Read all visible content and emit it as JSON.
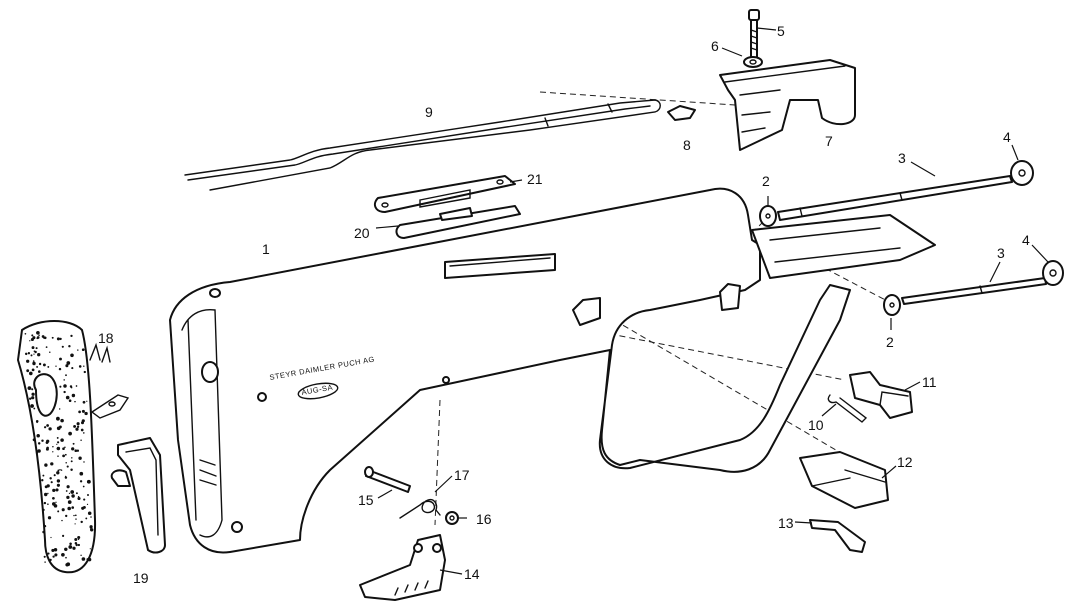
{
  "diagram": {
    "stamp_line1": "STEYR DAIMLER PUCH AG",
    "stamp_line2": "AUG-SA",
    "callouts": [
      "1",
      "2",
      "2",
      "3",
      "3",
      "4",
      "4",
      "5",
      "6",
      "7",
      "8",
      "9",
      "10",
      "11",
      "12",
      "13",
      "14",
      "15",
      "16",
      "17",
      "18",
      "19",
      "20",
      "21"
    ]
  }
}
